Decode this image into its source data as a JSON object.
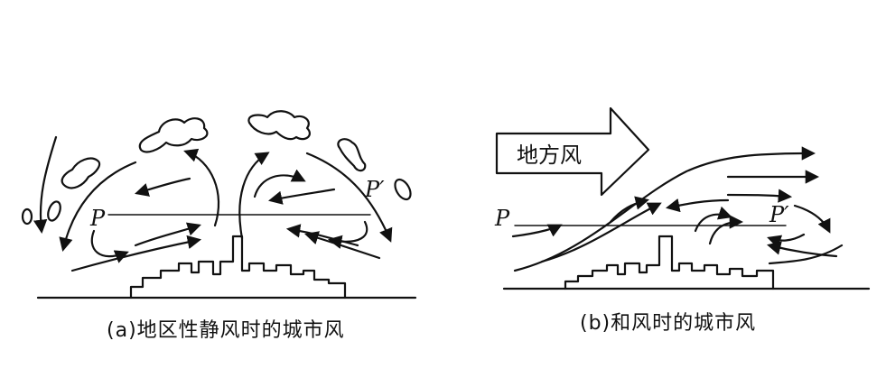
{
  "panel_a": {
    "caption": "(a)地区性静风时的城市风",
    "label_p": "P",
    "label_p_prime": "P′"
  },
  "panel_b": {
    "caption": "(b)和风时的城市风",
    "wind_label": "地方风",
    "label_p": "P",
    "label_p_prime": "P′"
  }
}
